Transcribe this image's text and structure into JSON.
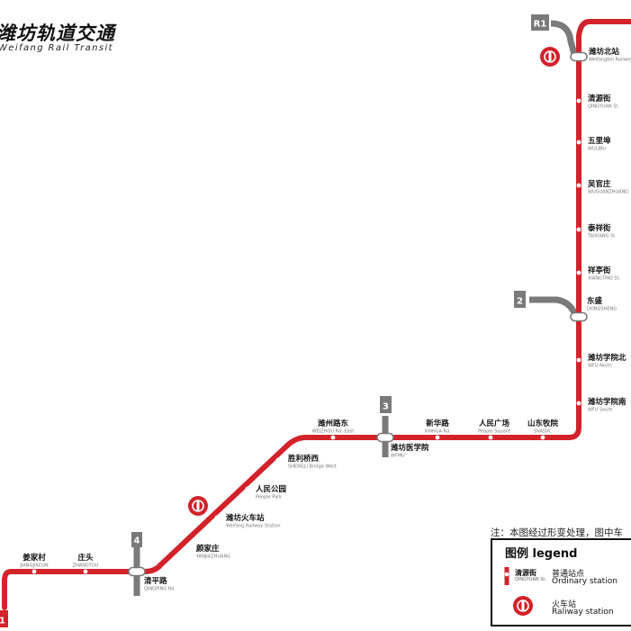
{
  "brand": {
    "cn": "潍坊轨道交通",
    "en": "Weifang Rail Transit"
  },
  "line_color": "#d3222a",
  "transfer_color": "#7a7a7a",
  "line_badges": [
    {
      "id": "R1",
      "label": "R1"
    },
    {
      "id": "2",
      "label": "2"
    },
    {
      "id": "3",
      "label": "3"
    },
    {
      "id": "4",
      "label": "4"
    },
    {
      "id": "1",
      "label": "1"
    }
  ],
  "stations": [
    {
      "id": "weifangbei",
      "cn": "潍坊北站",
      "en": "Weifangbei Railway",
      "transfer": true,
      "railway": true
    },
    {
      "id": "qingyuan",
      "cn": "清源街",
      "en": "QINGYUAN St.",
      "transfer": false,
      "railway": false
    },
    {
      "id": "wulibu",
      "cn": "五里埠",
      "en": "WULIBU",
      "transfer": false,
      "railway": false
    },
    {
      "id": "wuguanzhuang",
      "cn": "吴官庄",
      "en": "WUGUANZHUANG",
      "transfer": false,
      "railway": false
    },
    {
      "id": "taixiang",
      "cn": "泰祥街",
      "en": "TAIXIANG St.",
      "transfer": false,
      "railway": false
    },
    {
      "id": "xiangting",
      "cn": "祥亭街",
      "en": "XIANGTING St.",
      "transfer": false,
      "railway": false
    },
    {
      "id": "dongsheng",
      "cn": "东盛",
      "en": "DONGSHENG",
      "transfer": true,
      "railway": false
    },
    {
      "id": "wfunorth",
      "cn": "潍坊学院北",
      "en": "WFU North",
      "transfer": false,
      "railway": false
    },
    {
      "id": "wfusouth",
      "cn": "潍坊学院南",
      "en": "WFU South",
      "transfer": false,
      "railway": false
    },
    {
      "id": "svasvc",
      "cn": "山东牧院",
      "en": "SVASVC",
      "transfer": false,
      "railway": false
    },
    {
      "id": "peoplesquare",
      "cn": "人民广场",
      "en": "People Square",
      "transfer": false,
      "railway": false
    },
    {
      "id": "xinhua",
      "cn": "新华路",
      "en": "XINHUA Rd.",
      "transfer": false,
      "railway": false
    },
    {
      "id": "wfmu",
      "cn": "潍坊医学院",
      "en": "WFMU",
      "transfer": true,
      "railway": false
    },
    {
      "id": "weizhoueast",
      "cn": "潍州路东",
      "en": "WEIZHOU Rd. East",
      "transfer": false,
      "railway": false
    },
    {
      "id": "shengli",
      "cn": "胜利桥西",
      "en": "SHENGLI Bridge West",
      "transfer": false,
      "railway": false
    },
    {
      "id": "peoplepark",
      "cn": "人民公园",
      "en": "People Park",
      "transfer": false,
      "railway": false
    },
    {
      "id": "weifangrail",
      "cn": "潍坊火车站",
      "en": "Weifang Railway Station",
      "transfer": false,
      "railway": true
    },
    {
      "id": "yanjia",
      "cn": "颜家庄",
      "en": "YANJIAZHUANG",
      "transfer": false,
      "railway": false
    },
    {
      "id": "qingping",
      "cn": "清平路",
      "en": "QINGPING Rd.",
      "transfer": true,
      "railway": false
    },
    {
      "id": "zhuangtou",
      "cn": "庄头",
      "en": "ZHANGTOU",
      "transfer": false,
      "railway": false
    },
    {
      "id": "jiangjia",
      "cn": "姜家村",
      "en": "JIANGJIACUN",
      "transfer": false,
      "railway": false
    }
  ],
  "note": "注：本图经过形变处理，图中车",
  "legend": {
    "title": "图例 legend",
    "ordinary": {
      "sample_cn": "清源街",
      "sample_en": "QINGYUAN St.",
      "cn": "普通站点",
      "en": "Ordinary station"
    },
    "railway": {
      "cn": "火车站",
      "en": "Raliway station"
    }
  }
}
